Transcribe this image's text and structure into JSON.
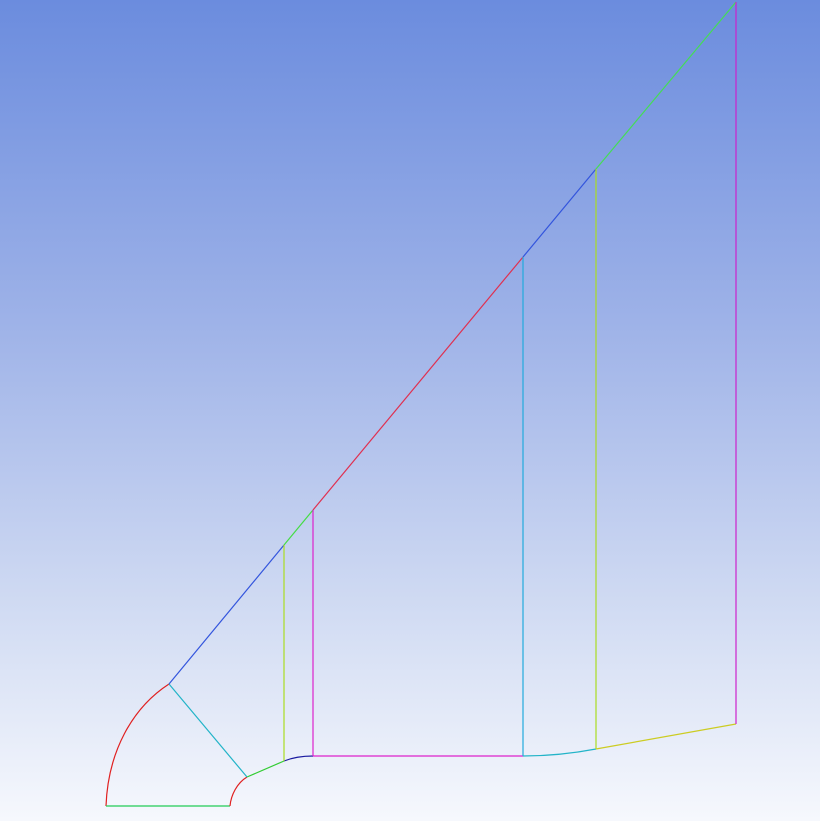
{
  "background": {
    "top": "#6b8cde",
    "mid": "#9fb3e8",
    "low": "#d2dcf3",
    "bottom": "#f6f8fd"
  },
  "edges": [
    {
      "id": "inlet-arc",
      "color": "#e02020"
    },
    {
      "id": "bottom-axis",
      "color": "#22cc55"
    },
    {
      "id": "lip-fillet",
      "color": "#e02020"
    },
    {
      "id": "cone-surface",
      "color": "#33cc33"
    },
    {
      "id": "throat-curve",
      "color": "#1a1aa0"
    },
    {
      "id": "block-divider-cyan",
      "color": "#22b4c8"
    },
    {
      "id": "upper-boundary-blue-lower",
      "color": "#3355dd"
    },
    {
      "id": "upper-boundary-green-lower",
      "color": "#44dd44"
    },
    {
      "id": "upper-boundary-red",
      "color": "#e03050"
    },
    {
      "id": "upper-boundary-blue-upper",
      "color": "#3355dd"
    },
    {
      "id": "upper-boundary-green-upper",
      "color": "#44dd55"
    },
    {
      "id": "vertical-yellow-left",
      "color": "#aadd22"
    },
    {
      "id": "vertical-magenta-left",
      "color": "#dd22cc"
    },
    {
      "id": "lower-wall-magenta",
      "color": "#dd22cc"
    },
    {
      "id": "vertical-cyan",
      "color": "#22aadd"
    },
    {
      "id": "lower-wall-cyan",
      "color": "#22b4c8"
    },
    {
      "id": "vertical-yellow-right",
      "color": "#aadd22"
    },
    {
      "id": "lower-wall-yellow",
      "color": "#cccc22"
    },
    {
      "id": "outlet-magenta",
      "color": "#cc22cc"
    }
  ]
}
